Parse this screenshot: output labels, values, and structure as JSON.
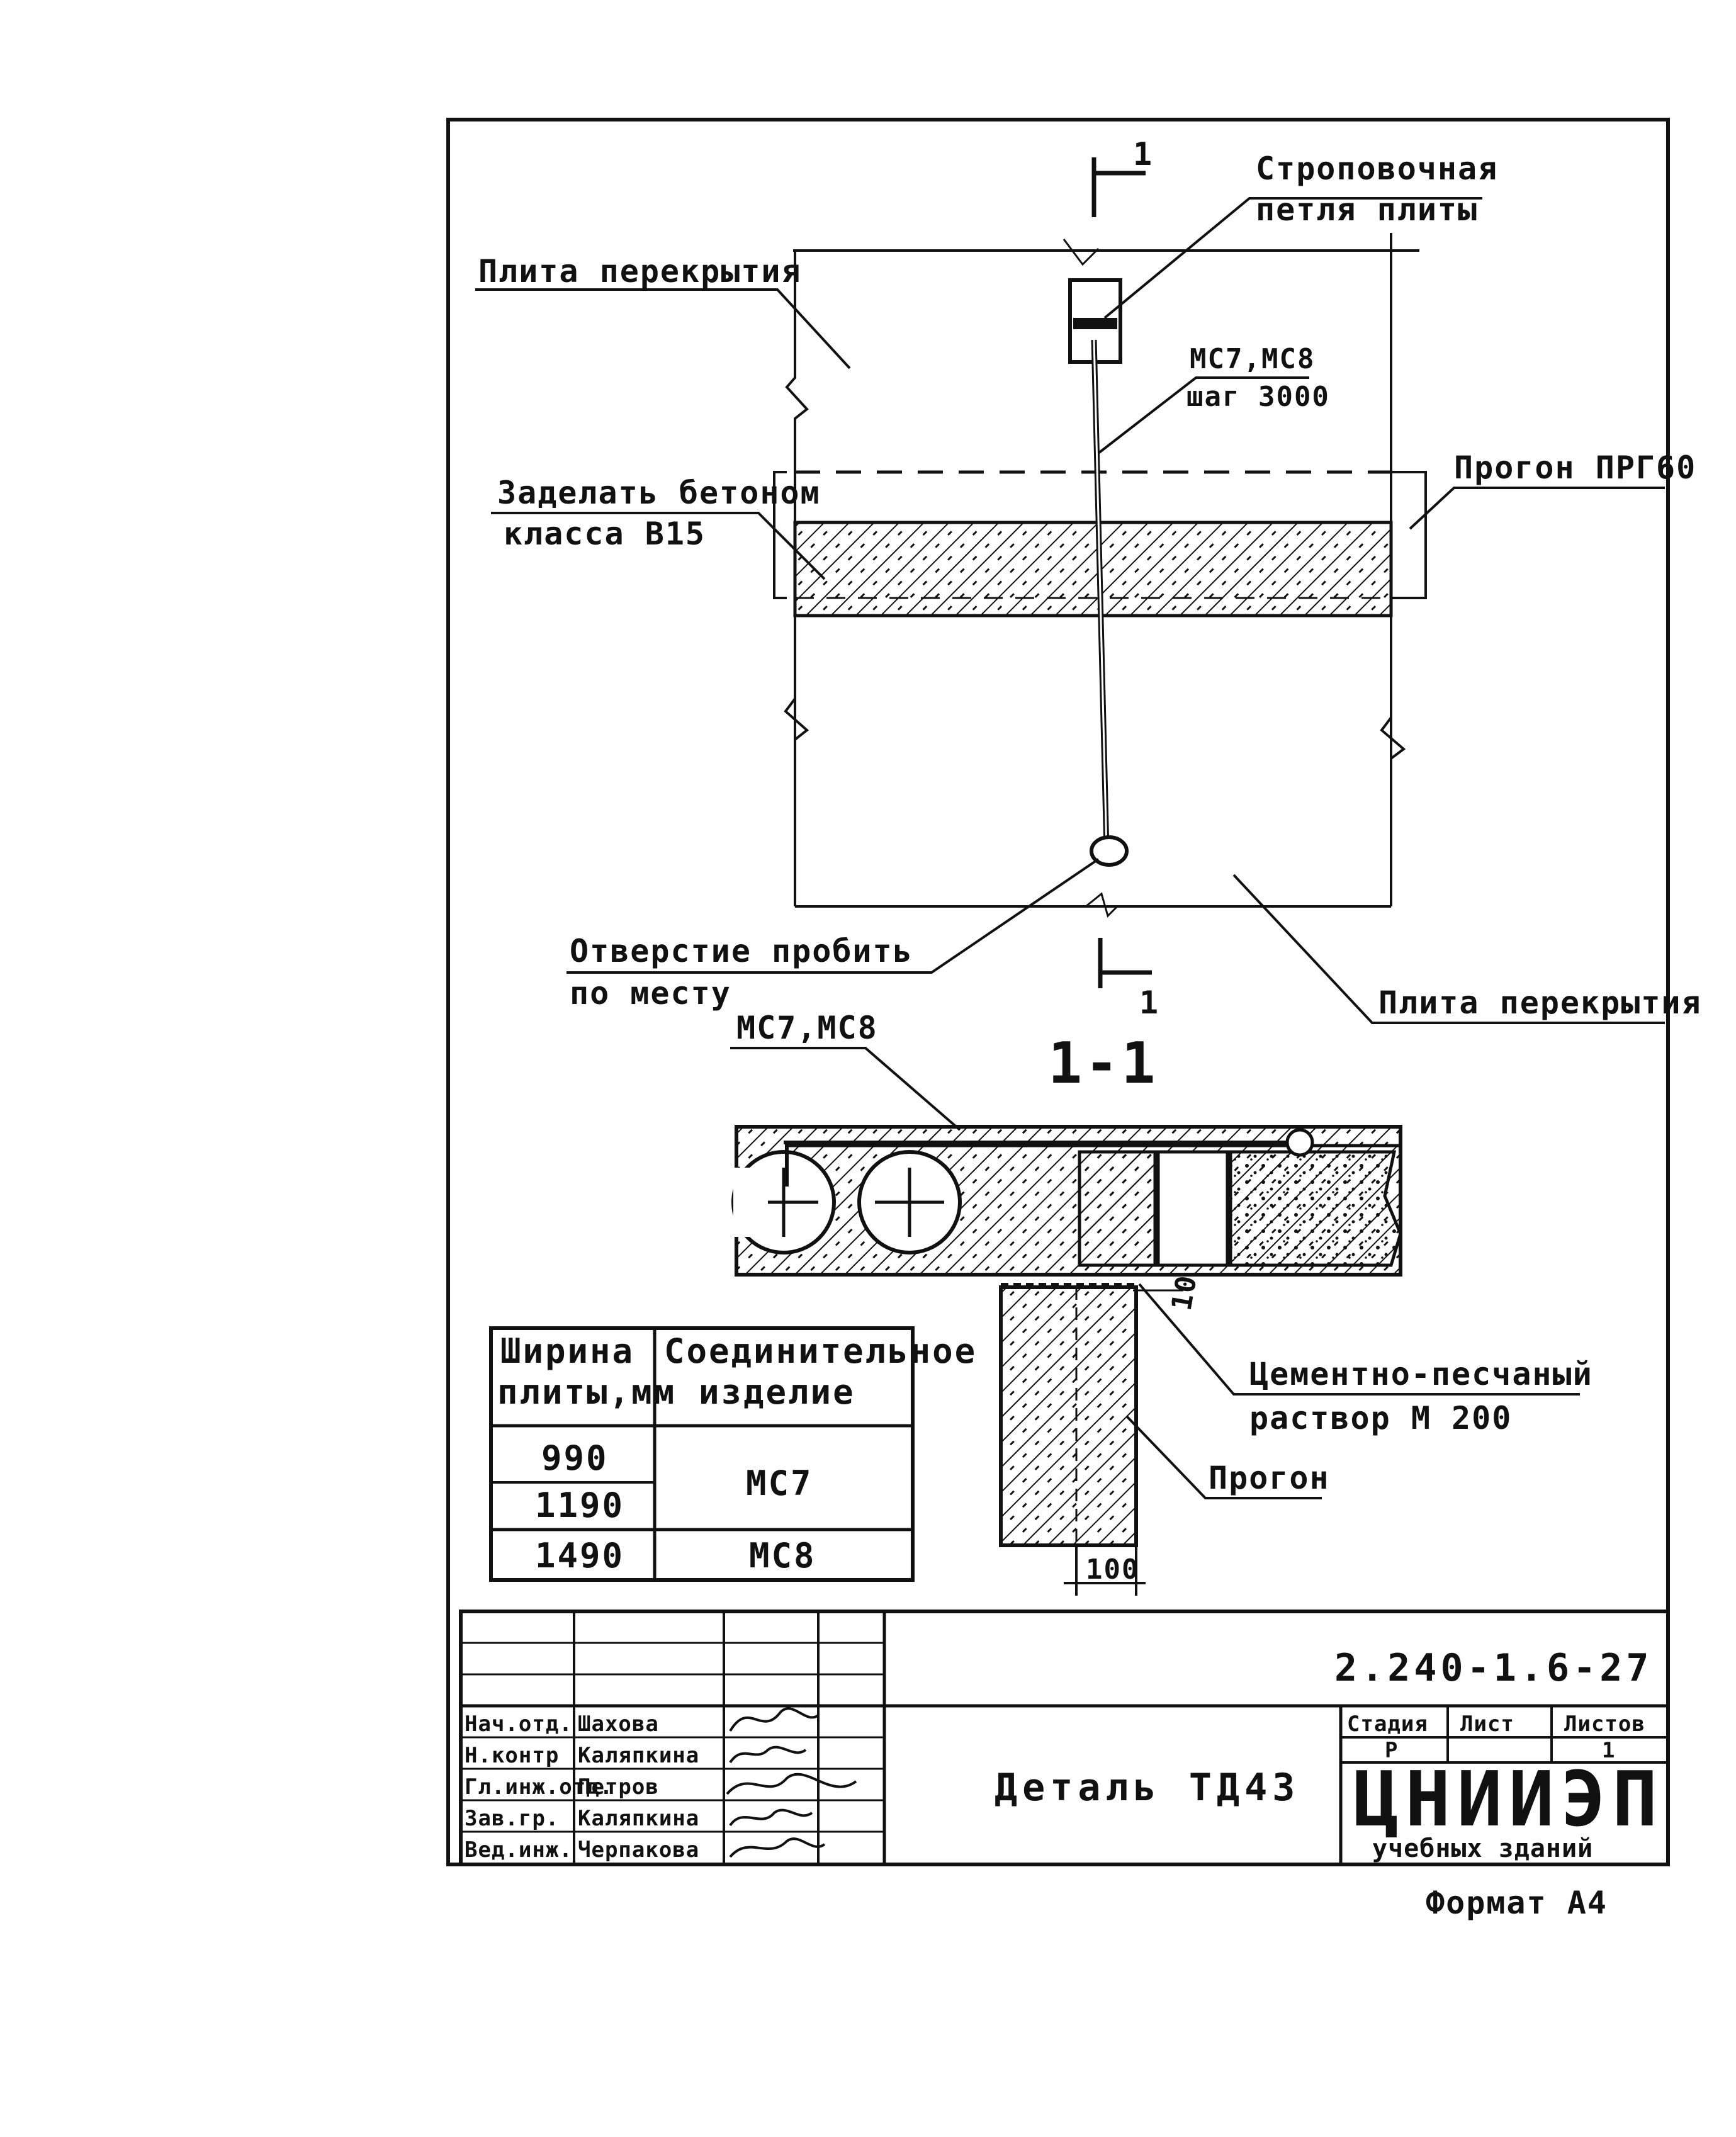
{
  "drawing": {
    "labels": {
      "lifting_loop_1": "Строповочная",
      "lifting_loop_2": "петля плиты",
      "slab_top": "Плита перекрытия",
      "slab_bottom": "Плита перекрытия",
      "connector_1": "МС7,МС8",
      "connector_2": "шаг 3000",
      "fill_concrete_1": "Заделать бетоном",
      "fill_concrete_2": "класса В15",
      "purlin_top": "Прогон ПРГ60",
      "hole_1": "Отверстие пробить",
      "hole_2": "по месту",
      "section_connector": "МС7,МС8",
      "mortar_1": "Цементно-песчаный",
      "mortar_2": "раствор М 200",
      "purlin_section": "Прогон",
      "cut_mark_top": "1",
      "cut_mark_bottom": "1",
      "section_title": "1-1",
      "dim_10": "10",
      "dim_100": "100"
    },
    "table": {
      "header_width": [
        "Ширина",
        "плиты,мм"
      ],
      "header_connector": [
        "Соединительное",
        "изделие"
      ],
      "rows": [
        {
          "width": "990",
          "connector": "МС7"
        },
        {
          "width": "1190",
          "connector": ""
        },
        {
          "width": "1490",
          "connector": "МС8"
        }
      ]
    }
  },
  "title_block": {
    "code": "2.240-1.6-27",
    "detail_title": "Деталь ТД43",
    "organization": "ЦНИИЭП",
    "organization_sub": "учебных зданий",
    "stage_header": "Стадия",
    "sheet_header": "Лист",
    "sheets_header": "Листов",
    "stage_value": "Р",
    "sheet_value": "",
    "sheets_value": "1",
    "signatures": [
      {
        "role": "Нач.отд.",
        "name": "Шахова"
      },
      {
        "role": "Н.контр",
        "name": "Каляпкина"
      },
      {
        "role": "Гл.инж.отд.",
        "name": "Петров"
      },
      {
        "role": "Зав.гр.",
        "name": "Каляпкина"
      },
      {
        "role": "Вед.инж.",
        "name": "Черпакова"
      }
    ],
    "format": "Формат А4"
  }
}
